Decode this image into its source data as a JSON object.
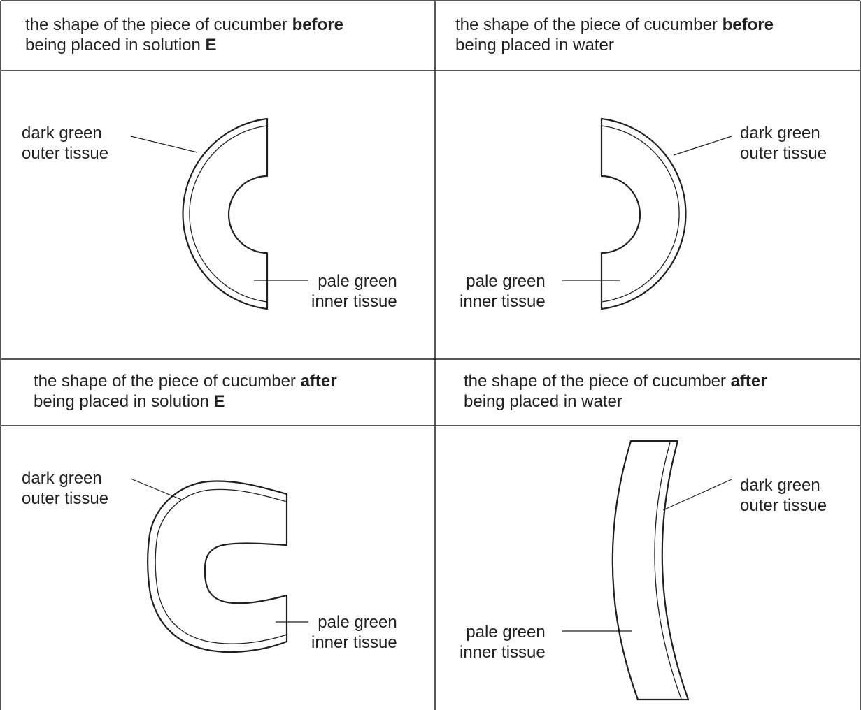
{
  "panels": {
    "before_solution_e": {
      "heading_prefix": "the shape of the piece of cucumber ",
      "heading_emph": "before",
      "heading_line2_prefix": "being placed in solution ",
      "heading_line2_emph": "E",
      "outer_label_1": "dark green",
      "outer_label_2": "outer tissue",
      "inner_label_1": "pale green",
      "inner_label_2": "inner tissue"
    },
    "before_water": {
      "heading_prefix": "the shape of the piece of cucumber ",
      "heading_emph": "before",
      "heading_line2": "being placed in water",
      "outer_label_1": "dark green",
      "outer_label_2": "outer tissue",
      "inner_label_1": "pale green",
      "inner_label_2": "inner tissue"
    },
    "after_solution_e": {
      "heading_prefix": "the shape of the piece of cucumber ",
      "heading_emph": "after",
      "heading_line2_prefix": "being placed in solution ",
      "heading_line2_emph": "E",
      "outer_label_1": "dark green",
      "outer_label_2": "outer tissue",
      "inner_label_1": "pale green",
      "inner_label_2": "inner tissue"
    },
    "after_water": {
      "heading_prefix": "the shape of the piece of cucumber ",
      "heading_emph": "after",
      "heading_line2": "being placed in water",
      "outer_label_1": "dark green",
      "outer_label_2": "outer tissue",
      "inner_label_1": "pale green",
      "inner_label_2": "inner tissue"
    }
  }
}
